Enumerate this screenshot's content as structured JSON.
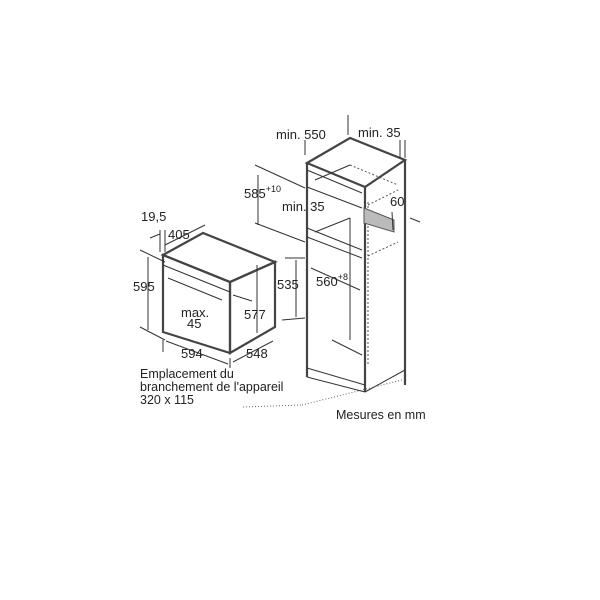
{
  "oven": {
    "dims": {
      "depth_panel": "19,5",
      "depth_top": "405",
      "height": "595",
      "inner_height": "577",
      "side_height": "535",
      "width": "594",
      "depth": "548",
      "max_label": "max.",
      "max_value": "45"
    },
    "connection_note": [
      "Emplacement du",
      "branchement de l'appareil",
      "320 x 115"
    ]
  },
  "cabinet": {
    "dims": {
      "min_depth": "min. 550",
      "min_back": "min. 35",
      "niche_height": "585",
      "niche_height_tol": "+10",
      "min_gap": "min. 35",
      "vent": "60",
      "niche_width": "560",
      "niche_width_tol": "+8"
    }
  },
  "units_note": "Mesures en mm"
}
